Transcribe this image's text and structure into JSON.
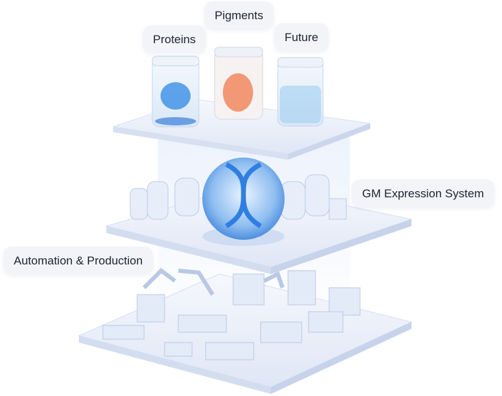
{
  "labels": {
    "pigments": "Pigments",
    "proteins": "Proteins",
    "future": "Future",
    "gm_expression": "GM Expression System",
    "automation": "Automation & Production"
  },
  "colors": {
    "protein": "#3a8ee6",
    "pigment": "#f07a4a",
    "future": "#a9d3f2",
    "dna": "#2f7fe0",
    "platform": "#eef2fb"
  }
}
